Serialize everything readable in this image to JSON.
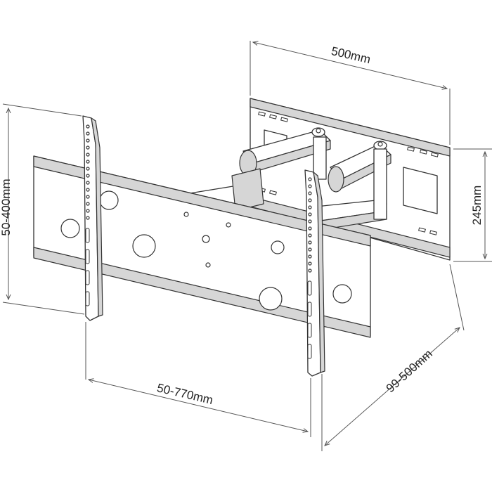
{
  "dimensions": {
    "width_top": "500mm",
    "height_right": "245mm",
    "height_left": "50-400mm",
    "width_bottom": "50-770mm",
    "depth": "99-500mm"
  },
  "colors": {
    "line": "#333333",
    "shade": "#d6d6d6",
    "background": "#ffffff"
  }
}
